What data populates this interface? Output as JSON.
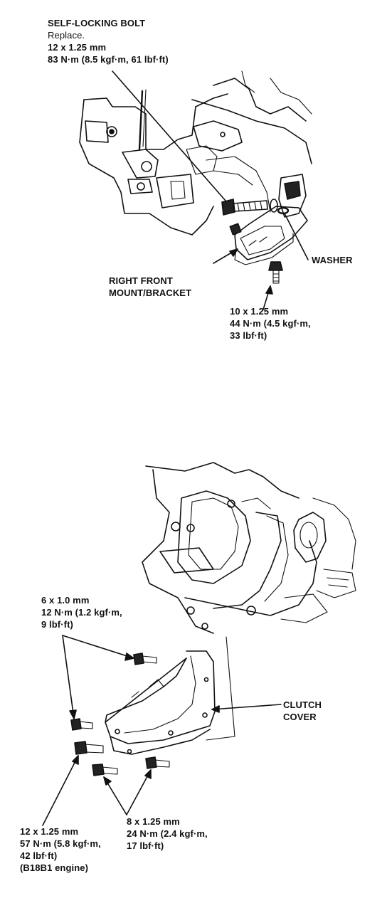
{
  "upper_diagram": {
    "self_locking_bolt": {
      "title": "SELF-LOCKING BOLT",
      "note": "Replace.",
      "size": "12 x 1.25 mm",
      "torque": "83 N·m (8.5 kgf·m, 61 lbf·ft)"
    },
    "washer": "WASHER",
    "mount": {
      "line1": "RIGHT FRONT",
      "line2": "MOUNT/BRACKET"
    },
    "lower_bolt": {
      "size": "10 x 1.25 mm",
      "torque_line1": "44 N·m (4.5 kgf·m,",
      "torque_line2": "33 lbf·ft)"
    }
  },
  "lower_diagram": {
    "small_bolts": {
      "size": "6 x 1.0 mm",
      "torque_line1": "12 N·m (1.2 kgf·m,",
      "torque_line2": "9 lbf·ft)"
    },
    "clutch_cover": {
      "line1": "CLUTCH",
      "line2": "COVER"
    },
    "large_bolt": {
      "size": "12 x 1.25 mm",
      "torque_line1": "57 N·m (5.8 kgf·m,",
      "torque_line2": "42 lbf·ft)",
      "engine_note": "(B18B1 engine)"
    },
    "medium_bolts": {
      "size": "8 x 1.25 mm",
      "torque_line1": "24 N·m (2.4 kgf·m,",
      "torque_line2": "17 lbf·ft)"
    }
  }
}
